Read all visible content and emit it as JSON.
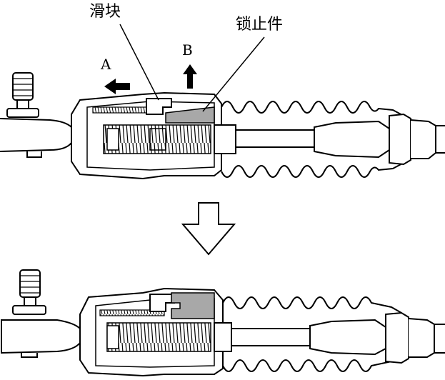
{
  "labels": {
    "slider": "滑块",
    "lock_piece": "锁止件",
    "direction_a": "A",
    "direction_b": "B"
  },
  "colors": {
    "stroke": "#000000",
    "lock_fill": "#a8a8a8",
    "background": "#ffffff"
  },
  "icons": {
    "arrow_a": "arrow-left-icon",
    "arrow_b": "arrow-up-icon",
    "transition": "arrow-down-outline-icon"
  }
}
